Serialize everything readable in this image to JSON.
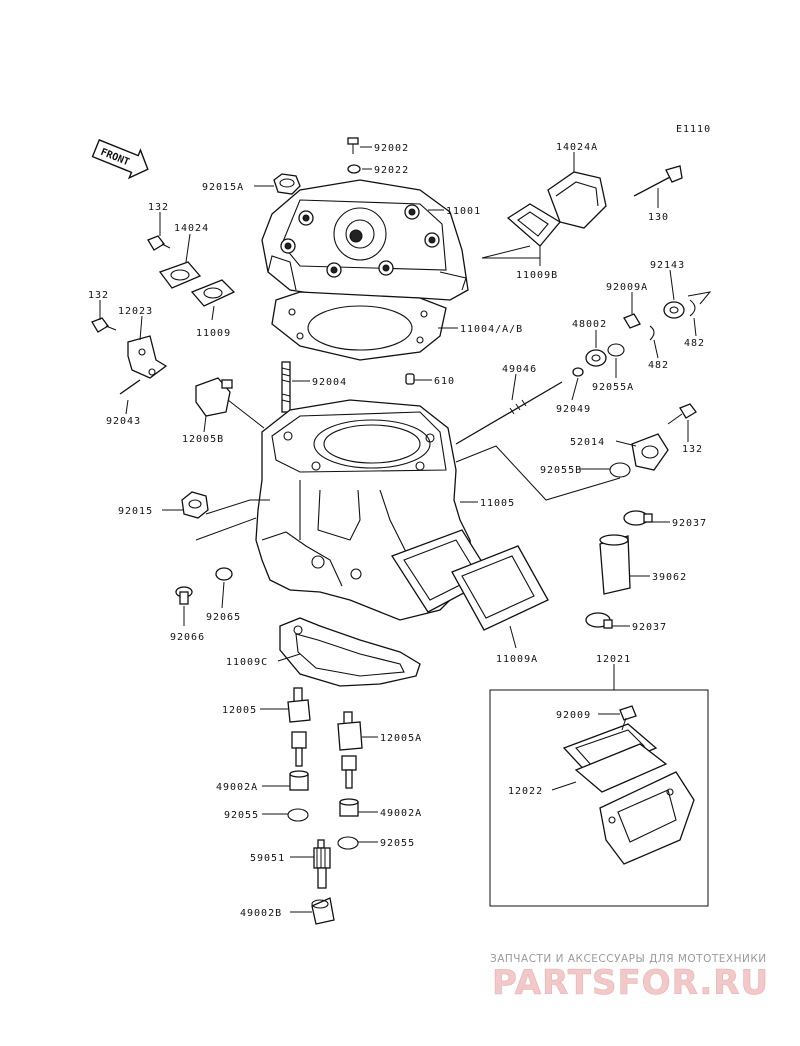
{
  "diagram_code": "E1110",
  "front_label": "FRONT",
  "parts": [
    {
      "id": "92002",
      "label": "92002"
    },
    {
      "id": "92022",
      "label": "92022"
    },
    {
      "id": "92015A",
      "label": "92015A"
    },
    {
      "id": "11001",
      "label": "11001"
    },
    {
      "id": "14024A",
      "label": "14024A"
    },
    {
      "id": "130",
      "label": "130"
    },
    {
      "id": "132a",
      "label": "132"
    },
    {
      "id": "14024",
      "label": "14024"
    },
    {
      "id": "11009B",
      "label": "11009B"
    },
    {
      "id": "92143",
      "label": "92143"
    },
    {
      "id": "92009A",
      "label": "92009A"
    },
    {
      "id": "132b",
      "label": "132"
    },
    {
      "id": "12023",
      "label": "12023"
    },
    {
      "id": "11009",
      "label": "11009"
    },
    {
      "id": "11004",
      "label": "11004/A/B"
    },
    {
      "id": "48002",
      "label": "48002"
    },
    {
      "id": "482a",
      "label": "482"
    },
    {
      "id": "482b",
      "label": "482"
    },
    {
      "id": "92004",
      "label": "92004"
    },
    {
      "id": "610",
      "label": "610"
    },
    {
      "id": "49046",
      "label": "49046"
    },
    {
      "id": "92055A",
      "label": "92055A"
    },
    {
      "id": "92043",
      "label": "92043"
    },
    {
      "id": "12005B",
      "label": "12005B"
    },
    {
      "id": "92049",
      "label": "92049"
    },
    {
      "id": "132c",
      "label": "132"
    },
    {
      "id": "52014",
      "label": "52014"
    },
    {
      "id": "92055B",
      "label": "92055B"
    },
    {
      "id": "92015",
      "label": "92015"
    },
    {
      "id": "11005",
      "label": "11005"
    },
    {
      "id": "92037a",
      "label": "92037"
    },
    {
      "id": "39062",
      "label": "39062"
    },
    {
      "id": "92066",
      "label": "92066"
    },
    {
      "id": "92065",
      "label": "92065"
    },
    {
      "id": "92037b",
      "label": "92037"
    },
    {
      "id": "11009C",
      "label": "11009C"
    },
    {
      "id": "11009A",
      "label": "11009A"
    },
    {
      "id": "12021",
      "label": "12021"
    },
    {
      "id": "12005",
      "label": "12005"
    },
    {
      "id": "12005A",
      "label": "12005A"
    },
    {
      "id": "92009",
      "label": "92009"
    },
    {
      "id": "49002A_l",
      "label": "49002A"
    },
    {
      "id": "92055_l",
      "label": "92055"
    },
    {
      "id": "49002A_r",
      "label": "49002A"
    },
    {
      "id": "12022",
      "label": "12022"
    },
    {
      "id": "92055_r",
      "label": "92055"
    },
    {
      "id": "59051",
      "label": "59051"
    },
    {
      "id": "49002B",
      "label": "49002B"
    }
  ],
  "watermark": {
    "tagline": "ЗАПЧАСТИ И АКСЕССУАРЫ ДЛЯ МОТОТЕХНИКИ",
    "brand": "PARTSFOR.RU"
  }
}
